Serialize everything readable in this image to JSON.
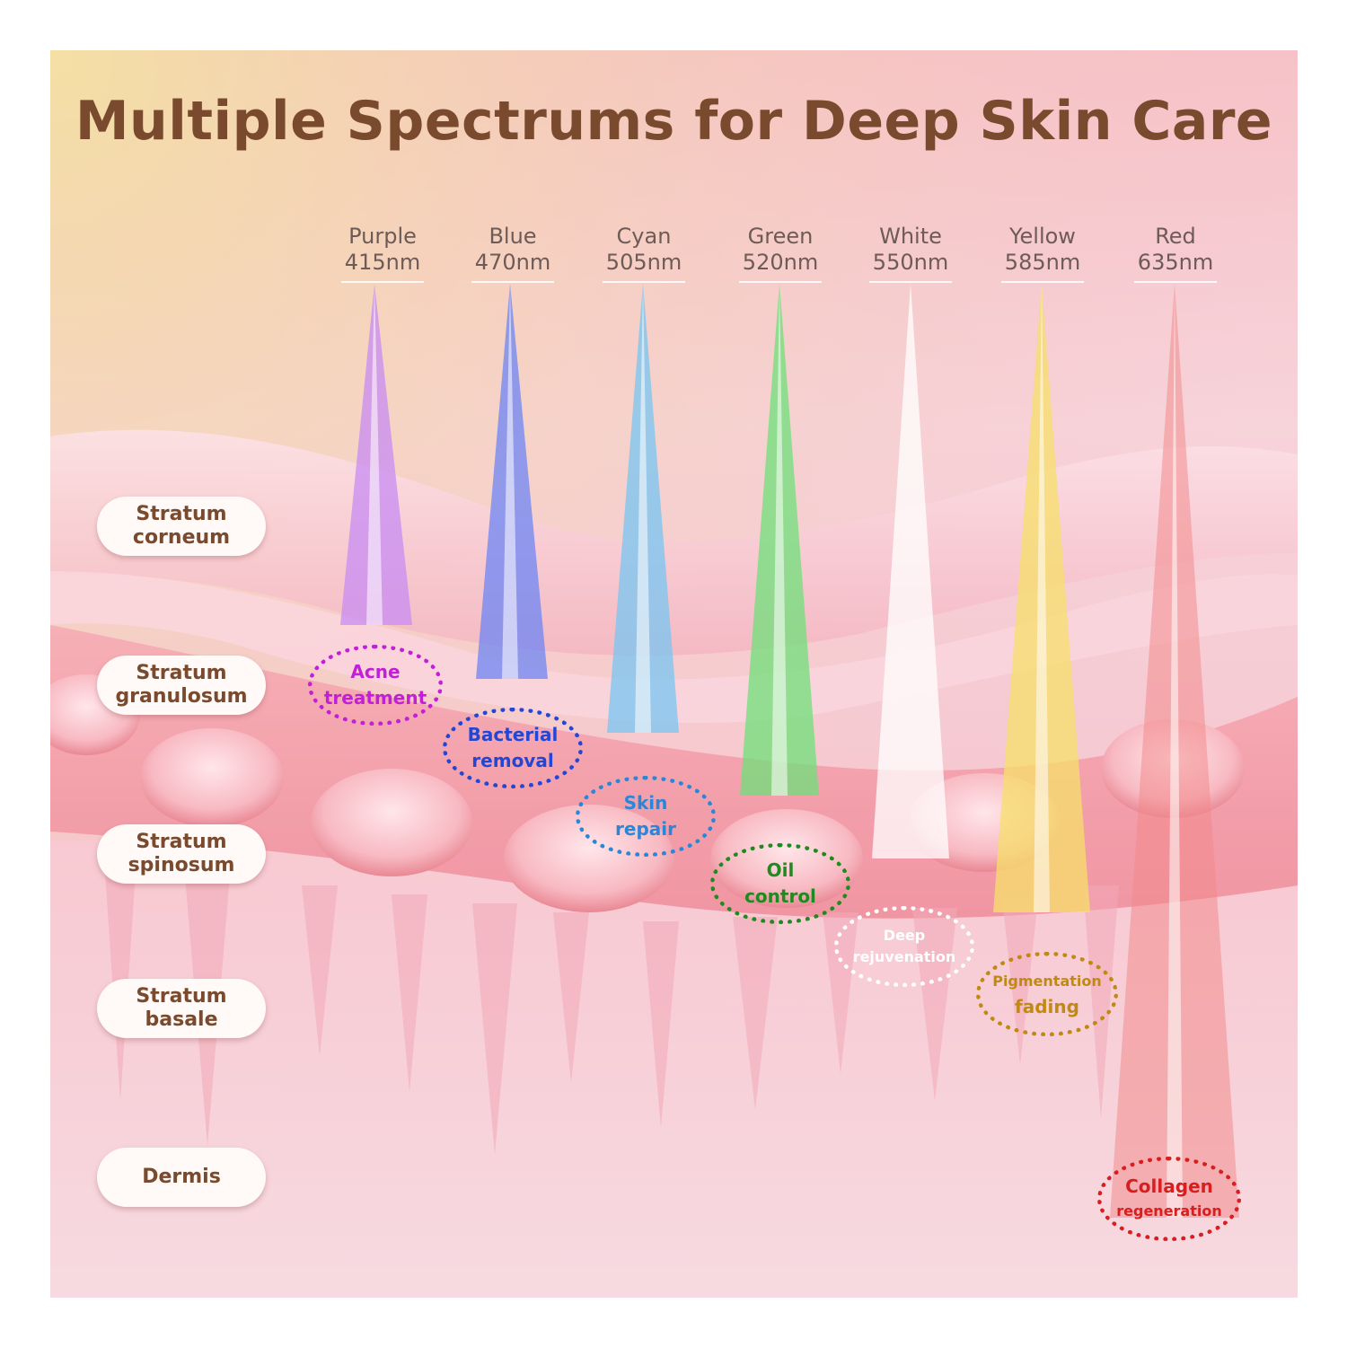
{
  "title": "Multiple Spectrums for Deep Skin Care",
  "wavelengths": [
    {
      "name": "Purple",
      "nm": "415nm",
      "color": "#c98cf3"
    },
    {
      "name": "Blue",
      "nm": "470nm",
      "color": "#6e86f5"
    },
    {
      "name": "Cyan",
      "nm": "505nm",
      "color": "#78c6f2"
    },
    {
      "name": "Green",
      "nm": "520nm",
      "color": "#6fe07a"
    },
    {
      "name": "White",
      "nm": "550nm",
      "color": "#ffffff"
    },
    {
      "name": "Yellow",
      "nm": "585nm",
      "color": "#f7df6a"
    },
    {
      "name": "Red",
      "nm": "635nm",
      "color": "#f28a8a"
    }
  ],
  "layers": [
    {
      "line1": "Stratum",
      "line2": "corneum"
    },
    {
      "line1": "Stratum",
      "line2": "granulosum"
    },
    {
      "line1": "Stratum",
      "line2": "spinosum"
    },
    {
      "line1": "Stratum",
      "line2": "basale"
    },
    {
      "line1": "Dermis",
      "line2": ""
    }
  ],
  "effects": [
    {
      "line1": "Acne",
      "line2": "treatment",
      "color": "#c21fd6"
    },
    {
      "line1": "Bacterial",
      "line2": "removal",
      "color": "#2247d6"
    },
    {
      "line1": "Skin",
      "line2": "repair",
      "color": "#2a86d6"
    },
    {
      "line1": "Oil",
      "line2": "control",
      "color": "#1f8a1f"
    },
    {
      "line1": "Deep",
      "line2": "rejuvenation",
      "color": "#ffffff"
    },
    {
      "line1": "Pigmentation",
      "line2": "fading",
      "color": "#c08a12"
    },
    {
      "line1": "Collagen",
      "line2": "regeneration",
      "color": "#d81e1e"
    }
  ]
}
